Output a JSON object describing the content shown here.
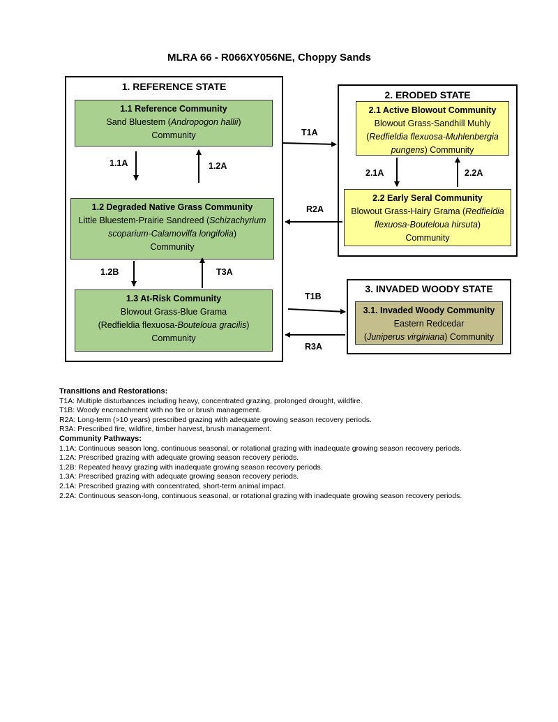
{
  "title": "MLRA 66 - R066XY056NE, Choppy Sands",
  "states": {
    "reference": {
      "label": "1. REFERENCE STATE",
      "c11": {
        "title": "1.1 Reference Community",
        "l1a": "Sand Bluestem (",
        "l1i": "Andropogon hallii",
        "l1b": ")",
        "l2": "Community"
      },
      "c12": {
        "title": "1.2 Degraded Native Grass Community",
        "l1a": "Little Bluestem-Prairie Sandreed (",
        "l1i": "Schizachyrium",
        "l2i": "scoparium-Calamovilfa longifolia",
        "l2b": ")",
        "l3": "Community"
      },
      "c13": {
        "title": "1.3 At-Risk Community",
        "l1": "Blowout Grass-Blue Grama",
        "l2a": "(Redfieldia flexuosa-",
        "l2i": "Bouteloua gracilis",
        "l2b": ")",
        "l3": "Community"
      }
    },
    "eroded": {
      "label": "2. ERODED STATE",
      "c21": {
        "title": "2.1 Active Blowout Community",
        "l1": "Blowout Grass-Sandhill Muhly",
        "l2a": "(",
        "l2i": "Redfieldia flexuosa-Muhlenbergia",
        "l3i": "pungens",
        "l3b": ") Community"
      },
      "c22": {
        "title": "2.2 Early Seral Community",
        "l1a": "Blowout Grass-Hairy Grama (",
        "l1i": "Redfieldia",
        "l2i": "flexuosa-Bouteloua hirsuta",
        "l2b": ")",
        "l3": "Community"
      }
    },
    "woody": {
      "label": "3. INVADED WOODY STATE",
      "c31": {
        "title": "3.1. Invaded Woody Community",
        "l1": "Eastern Redcedar",
        "l2a": "(",
        "l2i": "Juniperus virginiana",
        "l2b": ") Community"
      }
    }
  },
  "arrow_labels": {
    "p11a": "1.1A",
    "p12a": "1.2A",
    "p12b": "1.2B",
    "t3a": "T3A",
    "t1a": "T1A",
    "r2a": "R2A",
    "t1b": "T1B",
    "r3a": "R3A",
    "p21a": "2.1A",
    "p22a": "2.2A"
  },
  "notes": {
    "transitions_heading": "Transitions and Restorations:",
    "transitions": [
      "T1A: Multiple disturbances including heavy, concentrated grazing, prolonged drought, wildfire.",
      "T1B: Woody encroachment with no fire or brush management.",
      "R2A: Long-term (>10 years) prescribed grazing with adequate growing season recovery periods.",
      "R3A: Prescribed fire, wildfire, timber harvest, brush management."
    ],
    "pathways_heading": "Community Pathways:",
    "pathways": [
      "1.1A: Continuous season long, continuous seasonal, or rotational grazing with inadequate growing season recovery periods.",
      "1.2A: Prescribed grazing with adequate growing season recovery periods.",
      "1.2B: Repeated heavy grazing with inadequate growing season recovery periods.",
      "1.3A: Prescribed grazing with adequate growing season recovery periods.",
      "2.1A: Prescribed grazing with concentrated, short-term animal impact.",
      "2.2A: Continuous season-long, continuous seasonal, or rotational grazing with inadequate growing season recovery periods."
    ]
  },
  "colors": {
    "reference": "#a9d08e",
    "eroded": "#ffff99",
    "woody": "#c4bd8c"
  }
}
